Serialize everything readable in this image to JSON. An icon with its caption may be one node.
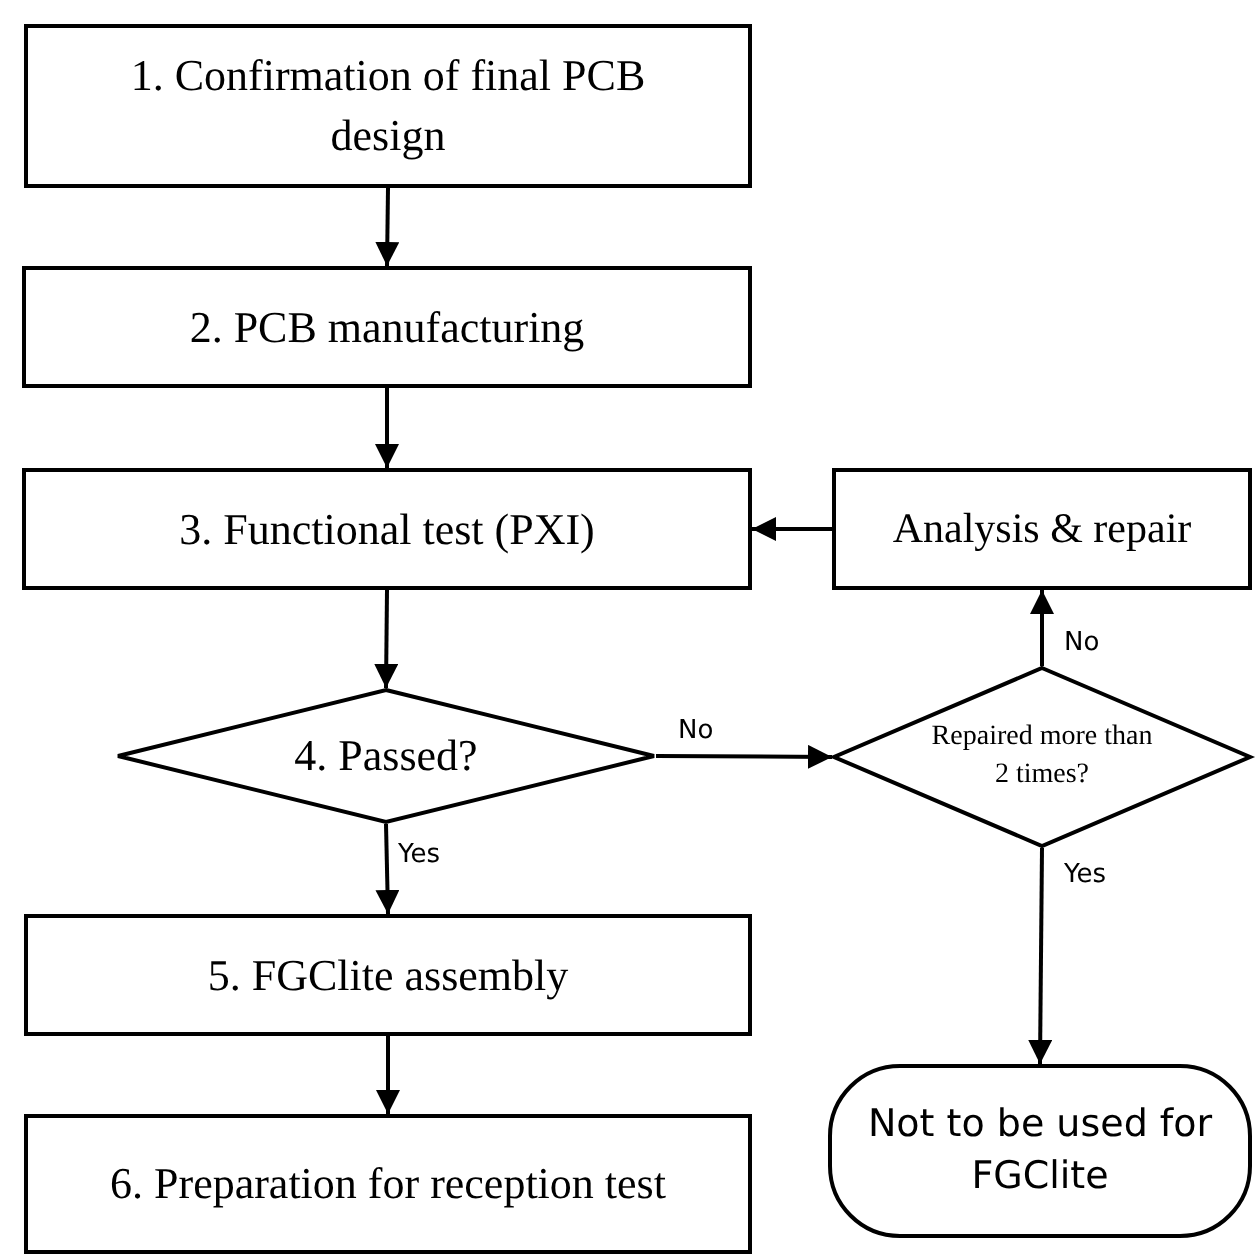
{
  "diagram": {
    "nodes": [
      {
        "text": [
          "1. Confirmation of final PCB design"
        ]
      },
      {
        "text": [
          "2. PCB manufacturing"
        ]
      },
      {
        "text": [
          "3. Functional test (PXI)"
        ]
      },
      {
        "text": [
          "Analysis & repair"
        ]
      },
      {
        "text": [
          "4. Passed?"
        ]
      },
      {
        "text": [
          "Repaired more than 2 times?"
        ]
      },
      {
        "text": [
          "5. FGClite assembly"
        ]
      },
      {
        "text": [
          "6. Preparation for reception test"
        ]
      },
      {
        "text": [
          "Not to be used for FGClite"
        ]
      }
    ],
    "edges": [
      {
        "from": 0,
        "to": 1,
        "arrow": "to"
      },
      {
        "from": 1,
        "to": 2,
        "arrow": "to"
      },
      {
        "from": 2,
        "to": 4,
        "arrow": "to"
      },
      {
        "from": 4,
        "to": 5,
        "arrow": "to",
        "label": "No"
      },
      {
        "from": 5,
        "to": 3,
        "arrow": "to",
        "label": "No"
      },
      {
        "from": 3,
        "to": 2,
        "arrow": "to"
      },
      {
        "from": 4,
        "to": 6,
        "arrow": "to",
        "label": "Yes"
      },
      {
        "from": 5,
        "to": 8,
        "arrow": "to",
        "label": "Yes"
      },
      {
        "from": 6,
        "to": 7,
        "arrow": "to"
      }
    ]
  }
}
